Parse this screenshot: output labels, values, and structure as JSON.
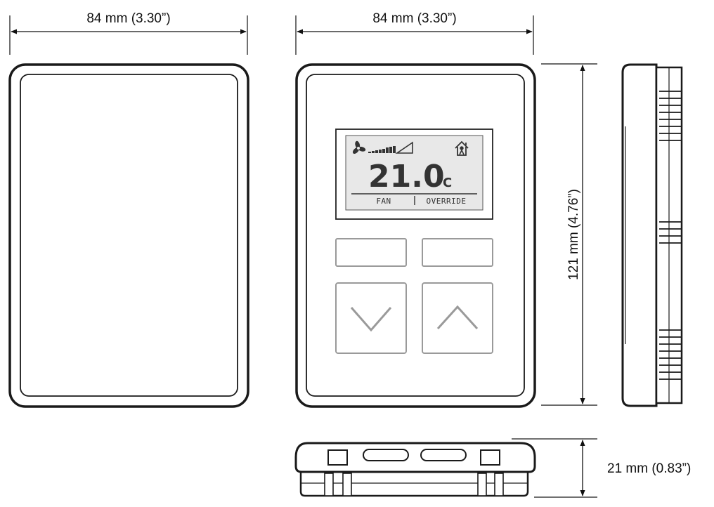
{
  "dimensions": {
    "width_left": "84 mm (3.30”)",
    "width_front": "84 mm (3.30”)",
    "height": "121 mm (4.76”)",
    "depth": "21 mm (0.83”)"
  },
  "display": {
    "temperature": "21.0",
    "unit": "°C",
    "soft_key_left": "FAN",
    "soft_key_right": "OVERRIDE"
  },
  "icons": {
    "fan": "fan-icon",
    "fan_speed": "fan-speed-bars-icon",
    "home": "home-person-icon",
    "down": "chevron-down-icon",
    "up": "chevron-up-icon"
  },
  "colors": {
    "outline": "#1a1a1a",
    "lcd_background": "#e8e8e8",
    "lcd_text": "#333333",
    "button_outline": "#9a9a9a"
  }
}
